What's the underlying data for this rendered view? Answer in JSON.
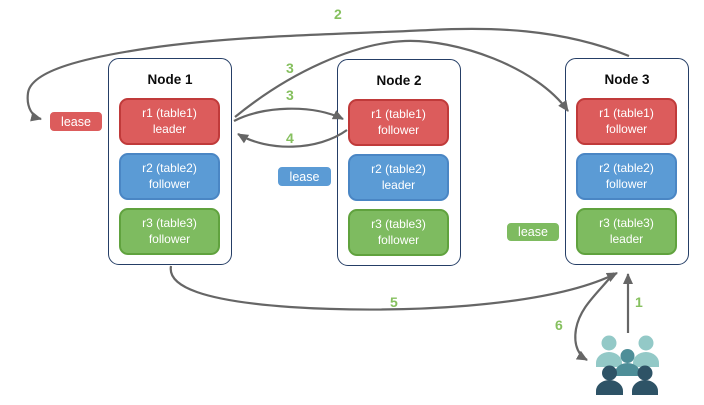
{
  "nodes": [
    {
      "title": "Node 1",
      "replicas": [
        {
          "name": "r1 (table1)",
          "role": "leader",
          "color": "red"
        },
        {
          "name": "r2 (table2)",
          "role": "follower",
          "color": "blue"
        },
        {
          "name": "r3 (table3)",
          "role": "follower",
          "color": "green"
        }
      ]
    },
    {
      "title": "Node 2",
      "replicas": [
        {
          "name": "r1 (table1)",
          "role": "follower",
          "color": "red"
        },
        {
          "name": "r2 (table2)",
          "role": "leader",
          "color": "blue"
        },
        {
          "name": "r3 (table3)",
          "role": "follower",
          "color": "green"
        }
      ]
    },
    {
      "title": "Node 3",
      "replicas": [
        {
          "name": "r1 (table1)",
          "role": "follower",
          "color": "red"
        },
        {
          "name": "r2 (table2)",
          "role": "follower",
          "color": "blue"
        },
        {
          "name": "r3 (table3)",
          "role": "leader",
          "color": "green"
        }
      ]
    }
  ],
  "leases": [
    {
      "label": "lease",
      "color": "red"
    },
    {
      "label": "lease",
      "color": "blue"
    },
    {
      "label": "lease",
      "color": "green"
    }
  ],
  "steps": {
    "s1": "1",
    "s2": "2",
    "s3a": "3",
    "s3b": "3",
    "s4": "4",
    "s5": "5",
    "s6": "6"
  },
  "icons": {
    "users_group": "users-group-icon"
  },
  "colors": {
    "replica_red": "#DC5C5C",
    "replica_red_border": "#C03A3A",
    "replica_blue": "#5B9BD5",
    "replica_blue_border": "#4A86C4",
    "replica_green": "#7EBB60",
    "replica_green_border": "#60A23E",
    "node_border": "#253E66",
    "arrow": "#666666",
    "step_label": "#86C05F",
    "people_light": "#93C9C7",
    "people_mid": "#4E8E98",
    "people_dark": "#2E5366"
  }
}
